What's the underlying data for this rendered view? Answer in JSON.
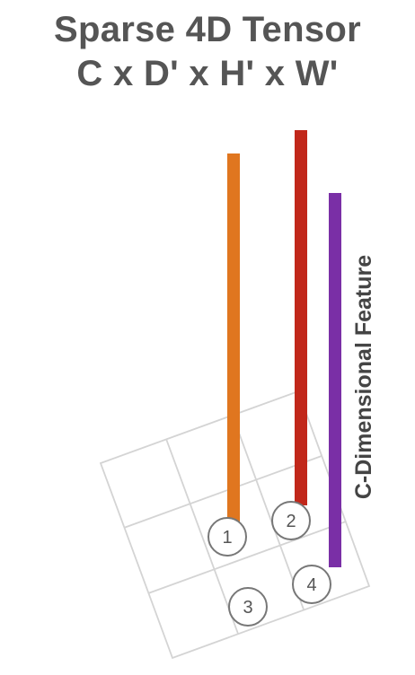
{
  "title": {
    "line1": "Sparse 4D Tensor",
    "line2": "C x D' x H' x W'"
  },
  "feature_axis_label": "C-Dimensional Feature",
  "nodes": [
    {
      "label": "1",
      "color": "#e0761f"
    },
    {
      "label": "2",
      "color": "#c1271a"
    },
    {
      "label": "3",
      "color": null
    },
    {
      "label": "4",
      "color": "#7a2fa6"
    }
  ],
  "colors": {
    "grid": "#d4d4d4",
    "circle": "#777777",
    "text": "#555555",
    "orange_bar": "#e0761f",
    "red_bar": "#c1271a",
    "purple_bar": "#7a2fa6"
  }
}
